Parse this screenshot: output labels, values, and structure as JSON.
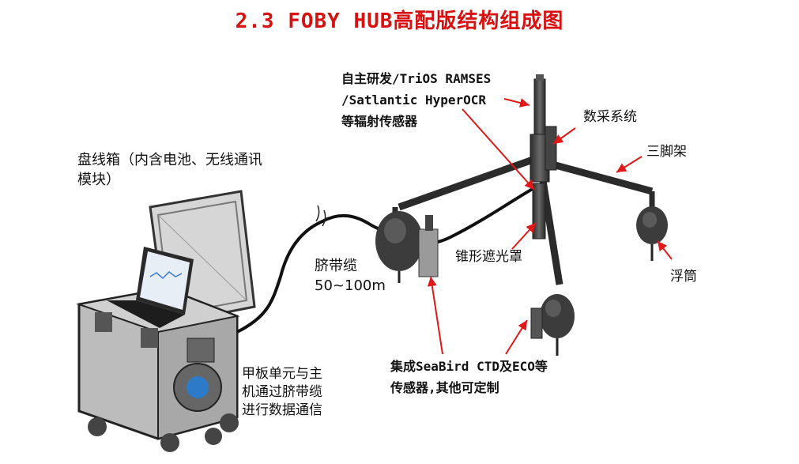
{
  "title": "2.3  FOBY HUB高配版结构组成图",
  "labels": {
    "radiometer_line1": "自主研发/TriOS RAMSES",
    "radiometer_line2": "/Satlantic HyperOCR",
    "radiometer_line3": "等辐射传感器",
    "daq": "数采系统",
    "tripod": "三脚架",
    "reel_box_line1": "盘线箱（内含电池、无线通讯",
    "reel_box_line2": "模块）",
    "umbilical_line1": "脐带缆",
    "umbilical_line2": "50~100m",
    "cone_shade": "锥形遮光罩",
    "float": "浮筒",
    "seabird_line1": "集成SeaBird CTD及ECO等",
    "seabird_line2": "传感器,其他可定制",
    "deck_line1": "甲板单元与主",
    "deck_line2": "机通过脐带缆",
    "deck_line3": "进行数据通信"
  },
  "colors": {
    "title": "#d81010",
    "arrow": "#e01818",
    "equipment": "#3a3a3a"
  }
}
